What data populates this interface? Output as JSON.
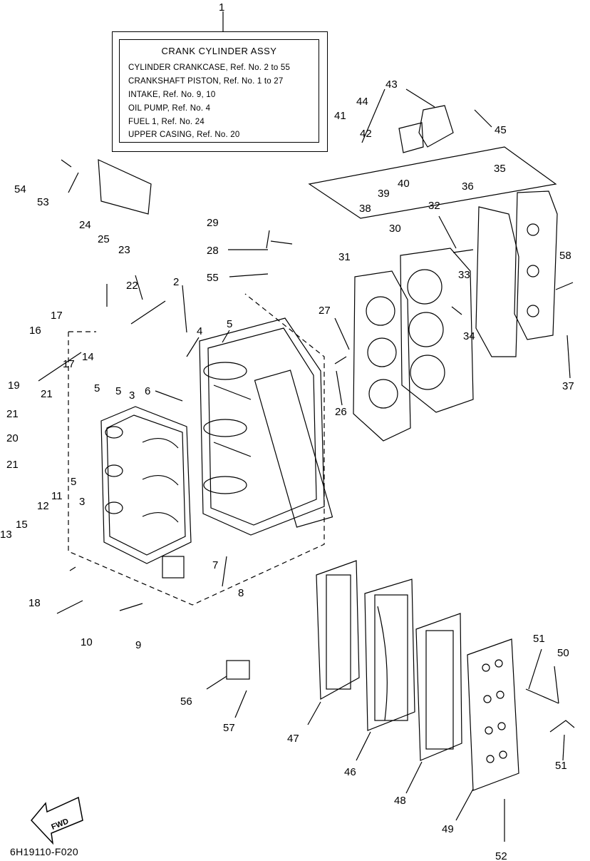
{
  "legend_box": {
    "title": "CRANK CYLINDER ASSY",
    "lines": [
      "CYLINDER CRANKCASE,  Ref. No. 2  to  55",
      "CRANKSHAFT PISTON,  Ref. No. 1  to  27",
      "INTAKE,  Ref. No. 9, 10",
      "OIL PUMP,  Ref. No. 4",
      "FUEL 1,  Ref. No. 24",
      "UPPER CASING,  Ref. No. 20"
    ]
  },
  "callouts": [
    "1",
    "2",
    "3",
    "3",
    "4",
    "5",
    "5",
    "5",
    "5",
    "6",
    "7",
    "8",
    "9",
    "10",
    "11",
    "12",
    "13",
    "14",
    "15",
    "16",
    "17",
    "17",
    "18",
    "19",
    "20",
    "21",
    "21",
    "21",
    "21",
    "22",
    "23",
    "24",
    "25",
    "26",
    "27",
    "28",
    "29",
    "30",
    "31",
    "32",
    "33",
    "34",
    "35",
    "36",
    "37",
    "38",
    "39",
    "40",
    "41",
    "42",
    "43",
    "44",
    "45",
    "46",
    "47",
    "48",
    "49",
    "50",
    "51",
    "51",
    "52",
    "53",
    "54",
    "55",
    "56",
    "57",
    "58"
  ],
  "fwd_label": "FWD",
  "diagram_code": "6H19110-F020"
}
